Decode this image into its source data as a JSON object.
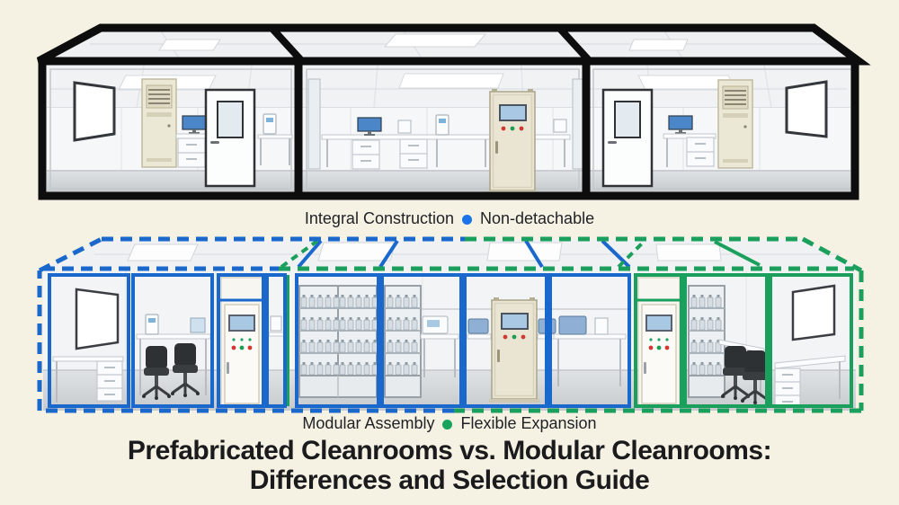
{
  "page": {
    "background_color": "#f5f1e3"
  },
  "integral": {
    "caption": {
      "label": "Integral Construction",
      "tag": "Non-detachable",
      "dot_color": "#1a73e8"
    },
    "outline_color": "#0d0d0d",
    "style": "solid heavy black outline, one welded box of three rooms"
  },
  "modular": {
    "caption": {
      "label": "Modular Assembly",
      "tag": "Flexible Expansion",
      "dot_color": "#17a35c"
    },
    "blue_outline_color": "#1a68cc",
    "green_outline_color": "#1aa05c",
    "style": "dashed outline box made of individual solid-outlined wall modules; blue = base modules, green = expansion modules"
  },
  "title": {
    "line1": "Prefabricated Cleanrooms vs. Modular Cleanrooms:",
    "line2": "Differences and Selection Guide"
  }
}
